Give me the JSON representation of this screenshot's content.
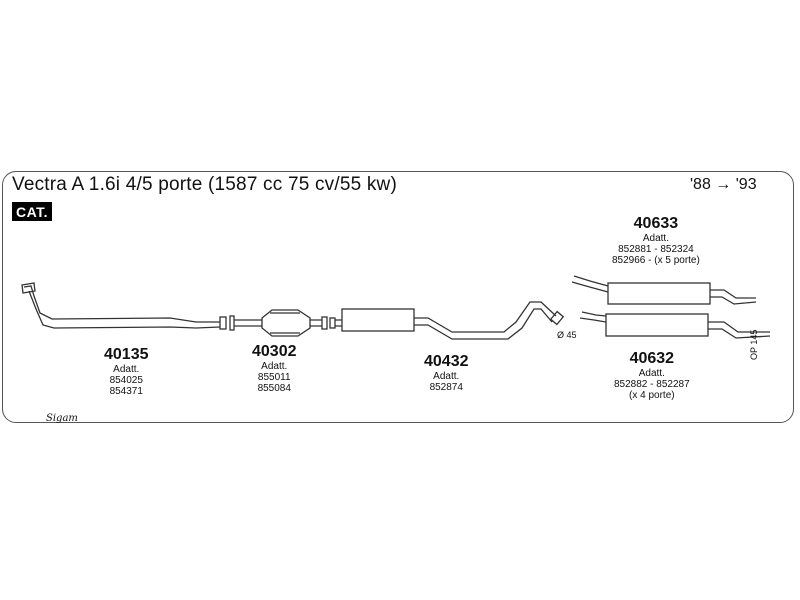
{
  "header": {
    "title": "Vectra A 1.6i 4/5 porte (1587 cc 75 cv/55 kw)",
    "years": "'88 → '93",
    "cat_badge": "CAT."
  },
  "parts": [
    {
      "number": "40135",
      "adatt_label": "Adatt.",
      "codes": [
        "854025",
        "854371"
      ]
    },
    {
      "number": "40302",
      "adatt_label": "Adatt.",
      "codes": [
        "855011",
        "855084"
      ]
    },
    {
      "number": "40432",
      "adatt_label": "Adatt.",
      "codes": [
        "852874"
      ]
    },
    {
      "number": "40633",
      "adatt_label": "Adatt.",
      "codes": [
        "852881 - 852324",
        "852966 - (x 5 porte)"
      ]
    },
    {
      "number": "40632",
      "adatt_label": "Adatt.",
      "codes": [
        "852882 - 852287",
        "(x 4 porte)"
      ]
    }
  ],
  "diameter_label": "Ø 45",
  "drawing_ref": "OP 145",
  "logo_text": "Sigam"
}
